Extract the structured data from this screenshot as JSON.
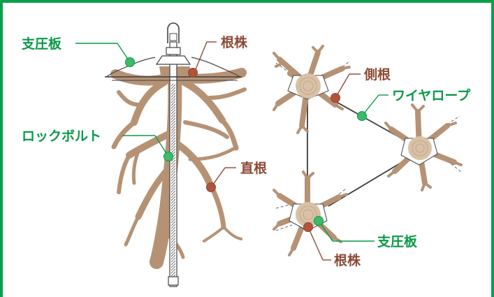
{
  "colors": {
    "frame": "#0aa04a",
    "label_green": "#0a9a48",
    "label_brown": "#8b4a36",
    "root": "#b69275",
    "stump": "#d8c1a6",
    "wire": "#3c3c3c"
  },
  "left_diagram": {
    "support_plate_label": "支圧板",
    "stump_label": "根株",
    "rock_bolt_label": "ロックボルト",
    "tap_root_label": "直根"
  },
  "right_diagram": {
    "lateral_root_label": "側根",
    "wire_rope_label": "ワイヤロープ",
    "support_plate_label": "支圧板",
    "stump_label": "根株"
  }
}
